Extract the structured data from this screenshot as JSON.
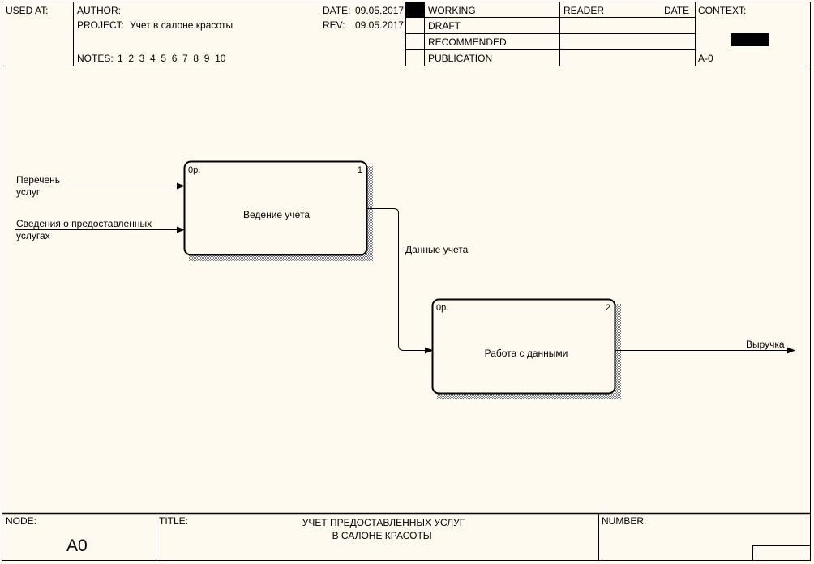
{
  "header": {
    "used_at_label": "USED AT:",
    "author_label": "AUTHOR:",
    "project_label": "PROJECT:",
    "project_value": "Учет в салоне красоты",
    "notes_label": "NOTES:",
    "notes_numbers": "1  2  3  4  5  6  7  8  9  10",
    "date_label": "DATE:",
    "date_value": "09.05.2017",
    "rev_label": "REV:",
    "rev_value": "09.05.2017",
    "status": [
      {
        "label": "WORKING",
        "checked": true
      },
      {
        "label": "DRAFT",
        "checked": false
      },
      {
        "label": "RECOMMENDED",
        "checked": false
      },
      {
        "label": "PUBLICATION",
        "checked": false
      }
    ],
    "reader_label": "READER",
    "reader_date_label": "DATE",
    "context_label": "CONTEXT:",
    "context_node": "A-0"
  },
  "diagram": {
    "boxes": [
      {
        "label": "Ведение учета",
        "cost": "0р.",
        "number": "1"
      },
      {
        "label": "Работа с данными",
        "cost": "0р.",
        "number": "2"
      }
    ],
    "arrows": {
      "input1": [
        "Перечень",
        "услуг"
      ],
      "input2": [
        "Сведения о предоставленных",
        "услугах"
      ],
      "internal": "Данные учета",
      "output": "Выручка"
    }
  },
  "footer": {
    "node_label": "NODE:",
    "node_value": "A0",
    "title_label": "TITLE:",
    "title_lines": [
      "УЧЕТ ПРЕДОСТАВЛЕННЫХ УСЛУГ",
      "В САЛОНЕ КРАСОТЫ"
    ],
    "number_label": "NUMBER:"
  }
}
